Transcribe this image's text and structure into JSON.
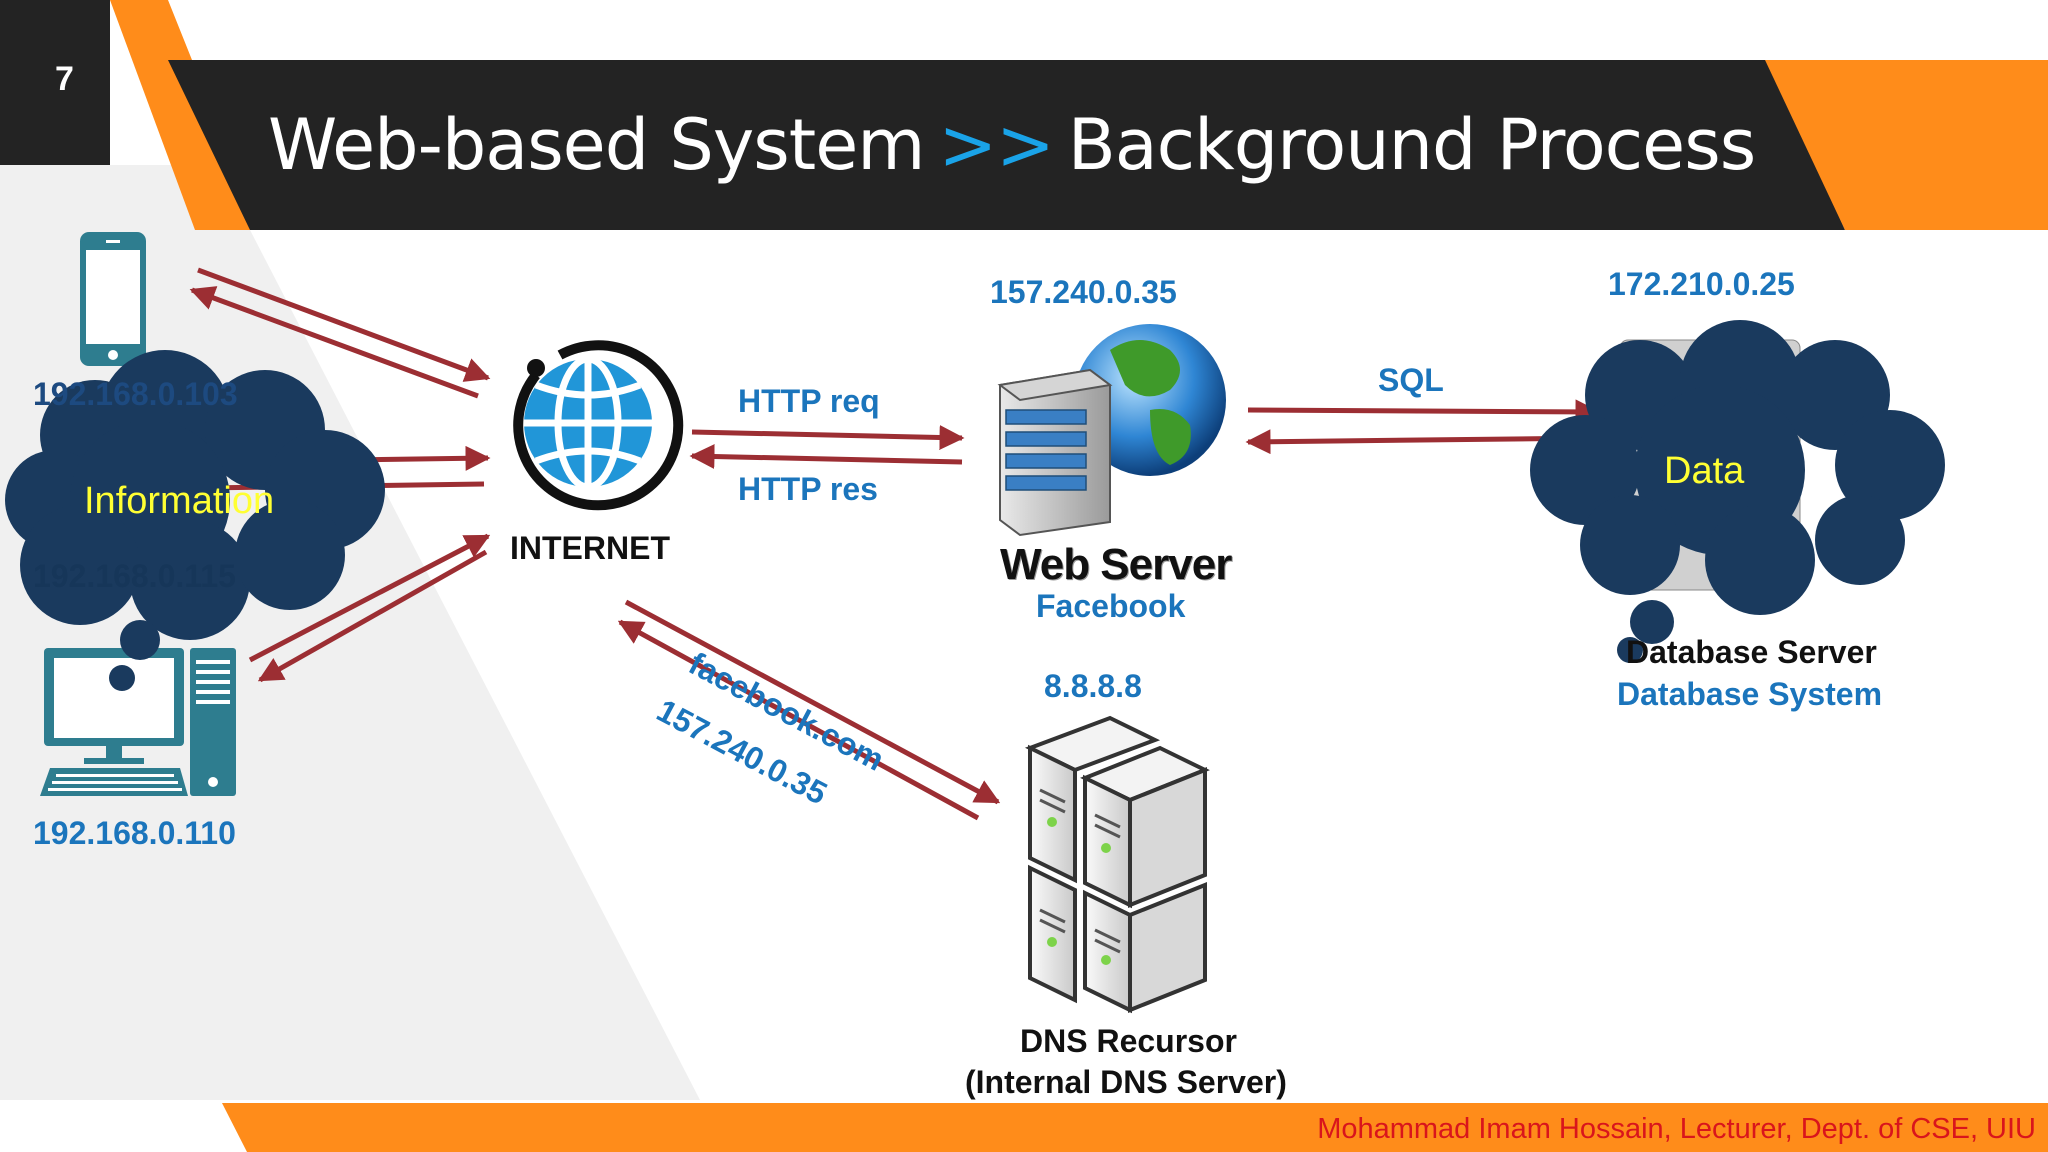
{
  "slide": {
    "number": "7",
    "title_part1": "Web-based System",
    "title_separator": ">>",
    "title_part2": "Background Process",
    "footer": "Mohammad Imam Hossain, Lecturer, Dept. of CSE, UIU"
  },
  "clients": {
    "phone_ip": "192.168.0.103",
    "laptop_ip": "192.168.0.115",
    "desktop_ip": "192.168.0.110"
  },
  "internet": {
    "label": "INTERNET"
  },
  "http": {
    "request": "HTTP req",
    "response": "HTTP res"
  },
  "web_server": {
    "ip": "157.240.0.35",
    "label": "Web Server",
    "sublabel": "Facebook"
  },
  "sql": {
    "label": "SQL"
  },
  "database_server": {
    "ip": "172.210.0.25",
    "label": "Database Server",
    "sublabel": "Database System"
  },
  "dns": {
    "query": "facebook.com",
    "answer": "157.240.0.35",
    "ip": "8.8.8.8",
    "label_line1": "DNS Recursor",
    "label_line2": "(Internal DNS Server)"
  },
  "thought_clouds": {
    "left": "Information",
    "right": "Data"
  },
  "colors": {
    "accent_orange": "#ff8c1a",
    "dark_banner": "#232323",
    "arrow": "#9c2e33",
    "label_blue": "#1b75bc",
    "cloud_fill": "#1a3a5e",
    "cloud_text": "#ffff33",
    "footer_red": "#d9151c"
  }
}
